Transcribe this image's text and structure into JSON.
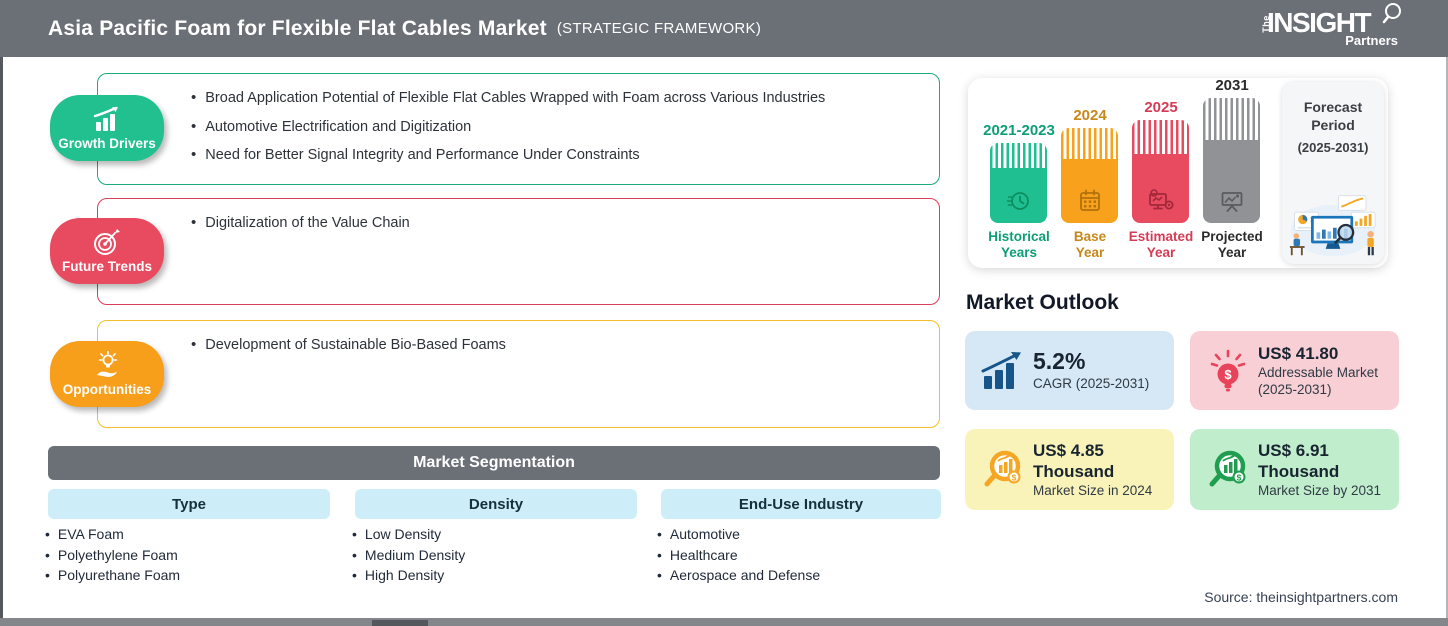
{
  "header": {
    "title": "Asia Pacific Foam for Flexible Flat Cables Market",
    "subtitle": "(STRATEGIC FRAMEWORK)",
    "logo": {
      "the": "The",
      "insight": "INSIGHT",
      "partners": "Partners"
    }
  },
  "sections": {
    "growth_drivers": {
      "label": "Growth Drivers",
      "items": [
        "Broad Application Potential of Flexible Flat Cables Wrapped with Foam across Various Industries",
        "Automotive Electrification and Digitization",
        "Need for Better Signal Integrity and Performance Under Constraints"
      ]
    },
    "future_trends": {
      "label": "Future Trends",
      "items": [
        "Digitalization of the Value Chain"
      ]
    },
    "opportunities": {
      "label": "Opportunities",
      "items": [
        "Development of Sustainable Bio-Based Foams"
      ]
    }
  },
  "timeline": {
    "bars": [
      {
        "year": "2021-2023",
        "label_line1": "Historical",
        "label_line2": "Years",
        "color": "#1FBF92",
        "role": "Historical Years"
      },
      {
        "year": "2024",
        "label_line1": "Base",
        "label_line2": "Year",
        "color": "#F7A11D",
        "role": "Base Year"
      },
      {
        "year": "2025",
        "label_line1": "Estimated",
        "label_line2": "Year",
        "color": "#E84A5F",
        "role": "Estimated Year"
      },
      {
        "year": "2031",
        "label_line1": "Projected",
        "label_line2": "Year",
        "color": "#909296",
        "role": "Projected Year"
      }
    ],
    "forecast": {
      "title_line1": "Forecast",
      "title_line2": "Period",
      "range": "(2025-2031)"
    }
  },
  "market_outlook": {
    "title": "Market Outlook",
    "cagr": {
      "value": "5.2%",
      "caption": "CAGR (2025-2031)"
    },
    "addressable": {
      "value": "US$ 41.80",
      "caption_line1": "Addressable Market",
      "caption_line2": "(2025-2031)"
    },
    "size_2024": {
      "value_line1": "US$ 4.85",
      "value_line2": "Thousand",
      "caption": "Market Size in 2024"
    },
    "size_2031": {
      "value_line1": "US$ 6.91",
      "value_line2": "Thousand",
      "caption": "Market Size by 2031"
    }
  },
  "segmentation": {
    "title": "Market Segmentation",
    "columns": [
      {
        "header": "Type",
        "items": [
          "EVA Foam",
          "Polyethylene Foam",
          "Polyurethane Foam"
        ]
      },
      {
        "header": "Density",
        "items": [
          "Low Density",
          "Medium Density",
          "High Density"
        ]
      },
      {
        "header": "End-Use Industry",
        "items": [
          "Automotive",
          "Healthcare",
          "Aerospace and Defense"
        ]
      }
    ]
  },
  "source": "Source: theinsightpartners.com",
  "palette": {
    "header_bar": "#6A7076",
    "growth_green": "#21C08E",
    "trends_red": "#E84A5F",
    "opportunities_orange": "#F79E1B",
    "opportunities_border": "#F3BE2A",
    "segmentation_bar": "#6B7077",
    "column_header_bg": "#CDEEF9",
    "card_blue": "#D6E8F5",
    "card_pink": "#F8CFD5",
    "card_yellow": "#FAF3B9",
    "card_green": "#C0EDCC"
  }
}
